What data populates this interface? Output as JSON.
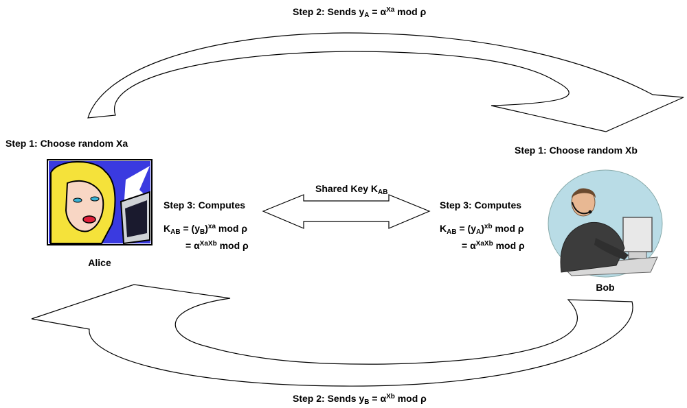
{
  "top_step": {
    "prefix": "Step 2: Sends y",
    "sub": "A",
    "mid": " = α",
    "sup": "Xa",
    "suffix": " mod ρ"
  },
  "bottom_step": {
    "prefix": "Step 2: Sends y",
    "sub": "B",
    "mid": " = α",
    "sup": "Xb",
    "suffix": " mod ρ"
  },
  "alice": {
    "step1": "Step 1: Choose random Xa",
    "name": "Alice",
    "step3_title": "Step 3: Computes",
    "k_main": "K",
    "k_sub": "AB",
    "k_eq": " = (y",
    "k_ysub": "B",
    "k_close": ")",
    "k_sup": "xa",
    "k_mod": " mod ρ",
    "line2_eq": "= α",
    "line2_sup": "XaXb",
    "line2_mod": " mod ρ"
  },
  "bob": {
    "step1": "Step 1: Choose random Xb",
    "name": "Bob",
    "step3_title": "Step 3: Computes",
    "k_main": "K",
    "k_sub": "AB",
    "k_eq": " = (y",
    "k_ysub": "A",
    "k_close": ")",
    "k_sup": "xb",
    "k_mod": " mod ρ",
    "line2_eq": "= α",
    "line2_sup": "XaXb",
    "line2_mod": " mod ρ"
  },
  "shared_key": {
    "label": "Shared Key K",
    "sub": "AB"
  },
  "colors": {
    "arrow_stroke": "#000000",
    "alice_bg": "#3a3ae0",
    "alice_hair": "#f5e23a",
    "bob_bg": "#b9dce6"
  },
  "icons": {
    "alice": "alice-computer-clipart",
    "bob": "bob-headset-computer-clipart"
  }
}
